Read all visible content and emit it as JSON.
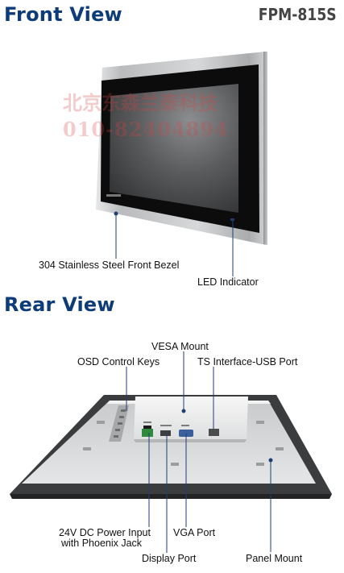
{
  "front": {
    "title": "Front View",
    "model": "FPM-815S"
  },
  "front_labels": {
    "bezel": "304 Stainless Steel Front Bezel",
    "led": "LED Indicator"
  },
  "watermark": {
    "line1": "北京东森兰泰科技",
    "line2": "010-82404894"
  },
  "rear": {
    "title": "Rear View"
  },
  "rear_labels": {
    "vesa": "VESA Mount",
    "osd": "OSD Control Keys",
    "ts_usb": "TS Interface-USB Port",
    "power": "24V DC Power Input",
    "power_line2": "with Phoenix Jack",
    "vga": "VGA Port",
    "display_port": "Display Port",
    "panel_mount": "Panel Mount"
  },
  "colors": {
    "title_blue": "#0d3c78",
    "model_gray": "#444444",
    "leader_blue": "#1f3f73",
    "bezel_steel": "#c9cbcd",
    "screen": "#4f5052",
    "chassis": "#3e3f40"
  }
}
